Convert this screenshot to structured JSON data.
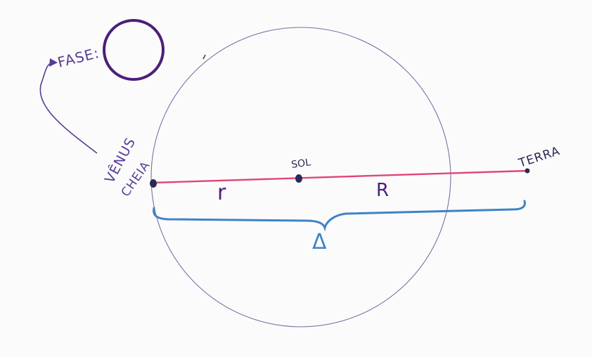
{
  "labels": {
    "fase": "FASE:",
    "venus": "VÊNUS",
    "cheia": "CHEIA",
    "sol": "SOL",
    "terra": "TERRA",
    "r_small": "r",
    "r_big": "R",
    "delta": "Δ"
  },
  "colors": {
    "orbit": "#7a6fa8",
    "line": "#e0457a",
    "brace": "#3d84c6",
    "purple_ink": "#5a3c96",
    "phase_ink": "#4b1f7a",
    "dot": "#2a2a55"
  }
}
